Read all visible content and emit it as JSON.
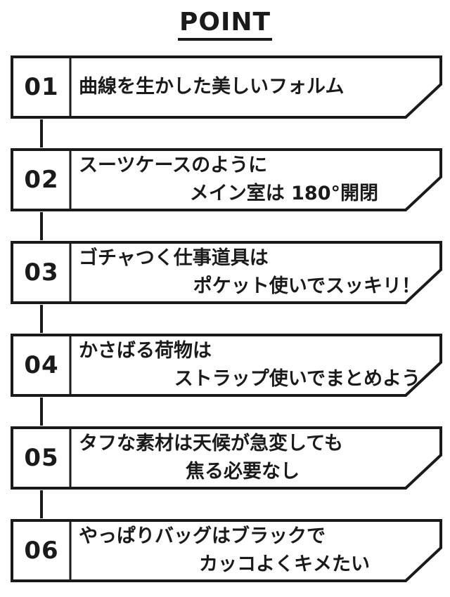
{
  "title": "POINT",
  "points": [
    {
      "num": "01",
      "line1": "曲線を生かした美しいフォルム",
      "line2": ""
    },
    {
      "num": "02",
      "line1": "スーツケースのように",
      "line2": "メイン室は 180°開閉"
    },
    {
      "num": "03",
      "line1": "ゴチャつく仕事道具は",
      "line2": "ポケット使いでスッキリ！"
    },
    {
      "num": "04",
      "line1": "かさばる荷物は",
      "line2": "ストラップ使いでまとめよう"
    },
    {
      "num": "05",
      "line1": "タフな素材は天候が急変しても",
      "line2": "焦る必要なし"
    },
    {
      "num": "06",
      "line1": "やっぱりバッグはブラックで",
      "line2": "カッコよくキメたい"
    }
  ]
}
